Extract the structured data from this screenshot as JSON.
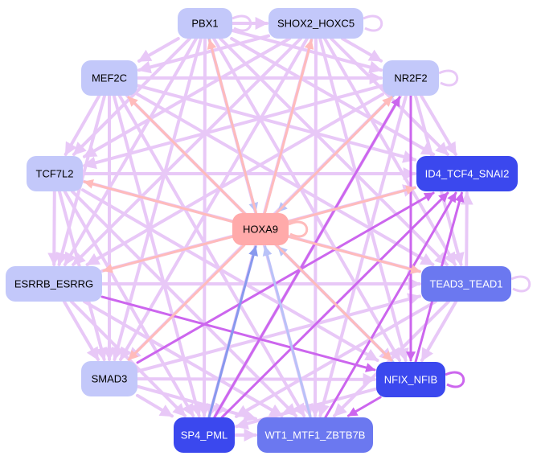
{
  "colors": {
    "default_edge": "#e8c8f7",
    "strong_edge": "#cc66ee",
    "hub_edge": "#ffbbbb",
    "blue_edge": "#b9c2f8",
    "dark_blue_edge": "#8899ee",
    "hub_node": "#ffaaaa",
    "light_node": "#c3c8fa",
    "mid_node": "#6b78f0",
    "dark_node": "#3b48ee"
  },
  "nodes": [
    {
      "id": "PBX1",
      "label": "PBX1",
      "style": "light"
    },
    {
      "id": "SHOX2_HOXC5",
      "label": "SHOX2_HOXC5",
      "style": "light"
    },
    {
      "id": "MEF2C",
      "label": "MEF2C",
      "style": "light"
    },
    {
      "id": "NR2F2",
      "label": "NR2F2",
      "style": "light"
    },
    {
      "id": "TCF7L2",
      "label": "TCF7L2",
      "style": "light"
    },
    {
      "id": "ID4_TCF4_SNAI2",
      "label": "ID4_TCF4_SNAI2",
      "style": "dark"
    },
    {
      "id": "HOXA9",
      "label": "HOXA9",
      "style": "hub"
    },
    {
      "id": "ESRRB_ESRRG",
      "label": "ESRRB_ESRRG",
      "style": "light"
    },
    {
      "id": "TEAD3_TEAD1",
      "label": "TEAD3_TEAD1",
      "style": "mid"
    },
    {
      "id": "SMAD3",
      "label": "SMAD3",
      "style": "light"
    },
    {
      "id": "NFIX_NFIB",
      "label": "NFIX_NFIB",
      "style": "dark"
    },
    {
      "id": "SP4_PML",
      "label": "SP4_PML",
      "style": "dark"
    },
    {
      "id": "WT1_MTF1_ZBTB7B",
      "label": "WT1_MTF1_ZBTB7B",
      "style": "mid"
    }
  ],
  "edges": [
    [
      "PBX1",
      "MEF2C",
      "default"
    ],
    [
      "PBX1",
      "NR2F2",
      "default"
    ],
    [
      "PBX1",
      "TCF7L2",
      "default"
    ],
    [
      "PBX1",
      "ESRRB_ESRRG",
      "default"
    ],
    [
      "PBX1",
      "SMAD3",
      "default"
    ],
    [
      "PBX1",
      "TEAD3_TEAD1",
      "default"
    ],
    [
      "PBX1",
      "NFIX_NFIB",
      "default"
    ],
    [
      "PBX1",
      "SP4_PML",
      "default"
    ],
    [
      "PBX1",
      "WT1_MTF1_ZBTB7B",
      "default"
    ],
    [
      "PBX1",
      "ID4_TCF4_SNAI2",
      "default"
    ],
    [
      "PBX1",
      "HOXA9",
      "blue"
    ],
    [
      "SHOX2_HOXC5",
      "MEF2C",
      "default"
    ],
    [
      "SHOX2_HOXC5",
      "NR2F2",
      "default"
    ],
    [
      "SHOX2_HOXC5",
      "TCF7L2",
      "default"
    ],
    [
      "SHOX2_HOXC5",
      "ESRRB_ESRRG",
      "default"
    ],
    [
      "SHOX2_HOXC5",
      "SMAD3",
      "default"
    ],
    [
      "SHOX2_HOXC5",
      "TEAD3_TEAD1",
      "default"
    ],
    [
      "SHOX2_HOXC5",
      "NFIX_NFIB",
      "default"
    ],
    [
      "SHOX2_HOXC5",
      "SP4_PML",
      "default"
    ],
    [
      "SHOX2_HOXC5",
      "WT1_MTF1_ZBTB7B",
      "default"
    ],
    [
      "SHOX2_HOXC5",
      "ID4_TCF4_SNAI2",
      "default"
    ],
    [
      "PBX1",
      "SHOX2_HOXC5",
      "default"
    ],
    [
      "MEF2C",
      "NR2F2",
      "default"
    ],
    [
      "MEF2C",
      "TCF7L2",
      "default"
    ],
    [
      "MEF2C",
      "ESRRB_ESRRG",
      "default"
    ],
    [
      "MEF2C",
      "SMAD3",
      "default"
    ],
    [
      "MEF2C",
      "TEAD3_TEAD1",
      "default"
    ],
    [
      "MEF2C",
      "NFIX_NFIB",
      "default"
    ],
    [
      "MEF2C",
      "SP4_PML",
      "default"
    ],
    [
      "MEF2C",
      "WT1_MTF1_ZBTB7B",
      "default"
    ],
    [
      "MEF2C",
      "ID4_TCF4_SNAI2",
      "default"
    ],
    [
      "NR2F2",
      "TCF7L2",
      "default"
    ],
    [
      "NR2F2",
      "ESRRB_ESRRG",
      "default"
    ],
    [
      "NR2F2",
      "SMAD3",
      "default"
    ],
    [
      "NR2F2",
      "TEAD3_TEAD1",
      "default"
    ],
    [
      "NR2F2",
      "NFIX_NFIB",
      "strong"
    ],
    [
      "NR2F2",
      "SP4_PML",
      "default"
    ],
    [
      "NR2F2",
      "WT1_MTF1_ZBTB7B",
      "default"
    ],
    [
      "NR2F2",
      "ID4_TCF4_SNAI2",
      "default"
    ],
    [
      "TCF7L2",
      "ESRRB_ESRRG",
      "default"
    ],
    [
      "TCF7L2",
      "SMAD3",
      "default"
    ],
    [
      "TCF7L2",
      "TEAD3_TEAD1",
      "default"
    ],
    [
      "TCF7L2",
      "NFIX_NFIB",
      "default"
    ],
    [
      "TCF7L2",
      "SP4_PML",
      "default"
    ],
    [
      "TCF7L2",
      "WT1_MTF1_ZBTB7B",
      "default"
    ],
    [
      "TCF7L2",
      "ID4_TCF4_SNAI2",
      "default"
    ],
    [
      "ESRRB_ESRRG",
      "SMAD3",
      "default"
    ],
    [
      "ESRRB_ESRRG",
      "TEAD3_TEAD1",
      "default"
    ],
    [
      "ESRRB_ESRRG",
      "NFIX_NFIB",
      "strong"
    ],
    [
      "ESRRB_ESRRG",
      "SP4_PML",
      "default"
    ],
    [
      "ESRRB_ESRRG",
      "WT1_MTF1_ZBTB7B",
      "default"
    ],
    [
      "ESRRB_ESRRG",
      "ID4_TCF4_SNAI2",
      "default"
    ],
    [
      "SMAD3",
      "TEAD3_TEAD1",
      "default"
    ],
    [
      "SMAD3",
      "NFIX_NFIB",
      "default"
    ],
    [
      "SMAD3",
      "SP4_PML",
      "default"
    ],
    [
      "SMAD3",
      "WT1_MTF1_ZBTB7B",
      "default"
    ],
    [
      "SMAD3",
      "ID4_TCF4_SNAI2",
      "strong"
    ],
    [
      "TEAD3_TEAD1",
      "NFIX_NFIB",
      "default"
    ],
    [
      "TEAD3_TEAD1",
      "SP4_PML",
      "default"
    ],
    [
      "TEAD3_TEAD1",
      "ID4_TCF4_SNAI2",
      "default"
    ],
    [
      "TEAD3_TEAD1",
      "WT1_MTF1_ZBTB7B",
      "default"
    ],
    [
      "NFIX_NFIB",
      "SP4_PML",
      "default"
    ],
    [
      "NFIX_NFIB",
      "WT1_MTF1_ZBTB7B",
      "strong"
    ],
    [
      "NFIX_NFIB",
      "ID4_TCF4_SNAI2",
      "strong"
    ],
    [
      "SP4_PML",
      "WT1_MTF1_ZBTB7B",
      "default"
    ],
    [
      "SP4_PML",
      "ID4_TCF4_SNAI2",
      "strong"
    ],
    [
      "SP4_PML",
      "NR2F2",
      "strong"
    ],
    [
      "WT1_MTF1_ZBTB7B",
      "ID4_TCF4_SNAI2",
      "strong"
    ],
    [
      "HOXA9",
      "MEF2C",
      "hub"
    ],
    [
      "HOXA9",
      "PBX1",
      "hub"
    ],
    [
      "HOXA9",
      "SHOX2_HOXC5",
      "hub"
    ],
    [
      "HOXA9",
      "NR2F2",
      "hub"
    ],
    [
      "HOXA9",
      "TCF7L2",
      "hub"
    ],
    [
      "HOXA9",
      "ID4_TCF4_SNAI2",
      "hub"
    ],
    [
      "HOXA9",
      "ESRRB_ESRRG",
      "hub"
    ],
    [
      "HOXA9",
      "TEAD3_TEAD1",
      "hub"
    ],
    [
      "HOXA9",
      "SMAD3",
      "hub"
    ],
    [
      "HOXA9",
      "NFIX_NFIB",
      "hub"
    ],
    [
      "SP4_PML",
      "HOXA9",
      "dark_blue"
    ],
    [
      "WT1_MTF1_ZBTB7B",
      "HOXA9",
      "blue"
    ],
    [
      "NFIX_NFIB",
      "HOXA9",
      "blue"
    ],
    [
      "NR2F2",
      "HOXA9",
      "blue"
    ]
  ],
  "self_loops": [
    "PBX1",
    "SHOX2_HOXC5",
    "NR2F2",
    "HOXA9",
    "TEAD3_TEAD1",
    "NFIX_NFIB"
  ]
}
